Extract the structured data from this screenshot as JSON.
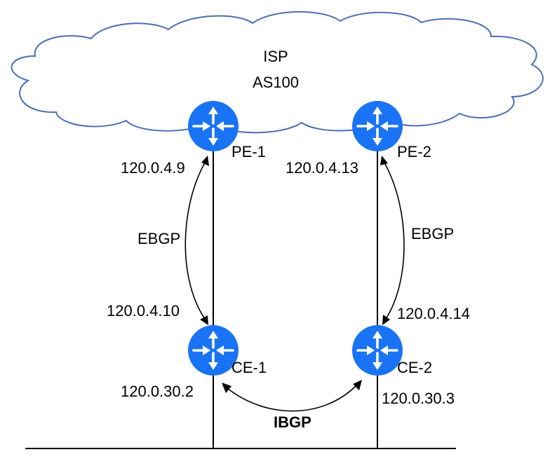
{
  "cloud": {
    "line1": "ISP",
    "line2": "AS100",
    "color": "#4a6fb5"
  },
  "router_color": "#1a73f5",
  "routers": {
    "pe1": {
      "name": "PE-1",
      "icon": "router-icon"
    },
    "pe2": {
      "name": "PE-2",
      "icon": "router-icon"
    },
    "ce1": {
      "name": "CE-1",
      "icon": "router-icon"
    },
    "ce2": {
      "name": "CE-2",
      "icon": "router-icon"
    }
  },
  "addresses": {
    "pe1": "120.0.4.9",
    "pe2": "120.0.4.13",
    "ce1_uplink": "120.0.4.10",
    "ce2_uplink": "120.0.4.14",
    "ce1_lan": "120.0.30.2",
    "ce2_lan": "120.0.30.3"
  },
  "sessions": {
    "left": "EBGP",
    "right": "EBGP",
    "bottom": "IBGP"
  }
}
